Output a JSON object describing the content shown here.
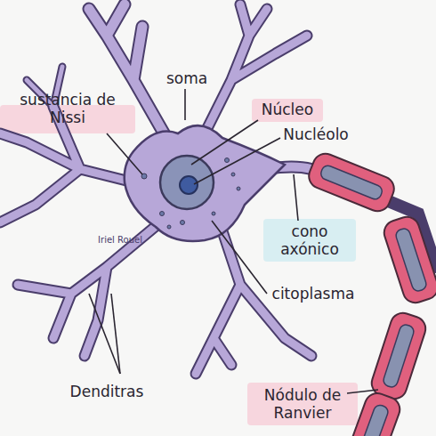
{
  "diagram": {
    "labels": [
      "soma",
      "sustancia de Nissi",
      "Núcleo",
      "Nucléolo",
      "cono axónico",
      "citoplasma",
      "Denditras",
      "Nódulo de Ranvier",
      "Iriel Rouel"
    ]
  }
}
